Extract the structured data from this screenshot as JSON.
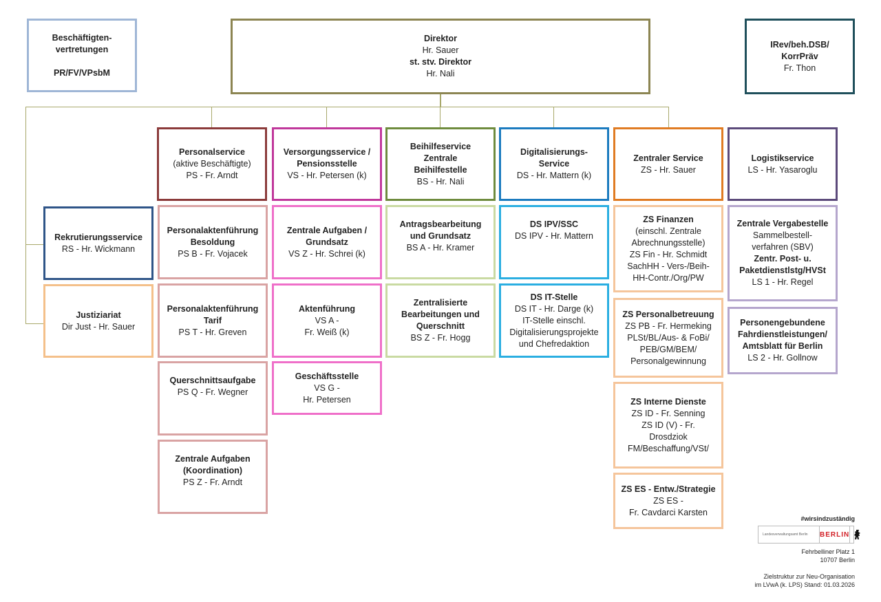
{
  "boxes": [
    {
      "id": "beschaeftigten",
      "color": "#9fb6d6",
      "lines": [
        {
          "t": "Beschäftigten-",
          "b": true
        },
        {
          "t": "vertretungen",
          "b": true
        },
        {
          "t": "",
          "b": false
        },
        {
          "t": "PR/FV/VPsbM",
          "b": true
        }
      ]
    },
    {
      "id": "direktor",
      "color": "#8c8552",
      "lines": [
        {
          "t": "Direktor",
          "b": true
        },
        {
          "t": "Hr. Sauer",
          "b": false
        },
        {
          "t": "st. stv. Direktor",
          "b": true
        },
        {
          "t": "Hr. Nali",
          "b": false
        }
      ]
    },
    {
      "id": "irev",
      "color": "#1f4f5b",
      "lines": [
        {
          "t": "IRev/beh.DSB/",
          "b": true
        },
        {
          "t": "KorrPräv",
          "b": true
        },
        {
          "t": "Fr. Thon",
          "b": false
        }
      ]
    },
    {
      "id": "personalservice",
      "color": "#8b3a3a",
      "lines": [
        {
          "t": "Personalservice",
          "b": true
        },
        {
          "t": "(aktive Beschäftigte)",
          "b": false
        },
        {
          "t": "PS - Fr. Arndt",
          "b": false
        }
      ]
    },
    {
      "id": "versorgungsservice",
      "color": "#c0379b",
      "lines": [
        {
          "t": "Versorgungsservice /",
          "b": true
        },
        {
          "t": "Pensionsstelle",
          "b": true
        },
        {
          "t": "VS - Hr. Petersen (k)",
          "b": false
        }
      ]
    },
    {
      "id": "beihilfeservice",
      "color": "#6e8b3d",
      "lines": [
        {
          "t": "Beihilfeservice",
          "b": true
        },
        {
          "t": "Zentrale",
          "b": true
        },
        {
          "t": "Beihilfestelle",
          "b": true
        },
        {
          "t": "BS - Hr. Nali",
          "b": false
        }
      ]
    },
    {
      "id": "digitalisierungsservice",
      "color": "#1b7bbf",
      "lines": [
        {
          "t": "Digitalisierungs-",
          "b": true
        },
        {
          "t": "Service",
          "b": true
        },
        {
          "t": "DS - Hr. Mattern (k)",
          "b": false
        }
      ]
    },
    {
      "id": "zentraler-service",
      "color": "#e07b22",
      "lines": [
        {
          "t": "Zentraler Service",
          "b": true
        },
        {
          "t": "ZS - Hr. Sauer",
          "b": false
        }
      ]
    },
    {
      "id": "logistikservice",
      "color": "#5c4a7b",
      "lines": [
        {
          "t": "Logistikservice",
          "b": true
        },
        {
          "t": "LS - Hr. Yasaroglu",
          "b": false
        }
      ]
    },
    {
      "id": "rekrutierungsservice",
      "color": "#2f5588",
      "lines": [
        {
          "t": "Rekrutierungsservice",
          "b": true
        },
        {
          "t": "RS - Hr. Wickmann",
          "b": false
        }
      ]
    },
    {
      "id": "justiziariat",
      "color": "#f4c08a",
      "lines": [
        {
          "t": "Justiziariat",
          "b": true
        },
        {
          "t": "Dir Just - Hr. Sauer",
          "b": false
        }
      ]
    },
    {
      "id": "ps-b",
      "color": "#d9a3a3",
      "lines": [
        {
          "t": "Personalaktenführung",
          "b": true
        },
        {
          "t": "Besoldung",
          "b": true
        },
        {
          "t": "PS B - Fr. Vojacek",
          "b": false
        }
      ]
    },
    {
      "id": "ps-t",
      "color": "#d9a3a3",
      "lines": [
        {
          "t": "Personalaktenführung",
          "b": true
        },
        {
          "t": "Tarif",
          "b": true
        },
        {
          "t": "PS T - Hr. Greven",
          "b": false
        }
      ]
    },
    {
      "id": "ps-q",
      "color": "#d9a3a3",
      "lines": [
        {
          "t": "Querschnittsaufgabe",
          "b": true
        },
        {
          "t": "PS Q - Fr. Wegner",
          "b": false
        },
        {
          "t": "",
          "b": false
        },
        {
          "t": "",
          "b": false
        }
      ]
    },
    {
      "id": "ps-z",
      "color": "#d9a3a3",
      "lines": [
        {
          "t": "Zentrale Aufgaben",
          "b": true
        },
        {
          "t": "(Koordination)",
          "b": true
        },
        {
          "t": "PS Z - Fr. Arndt",
          "b": false
        },
        {
          "t": "",
          "b": false
        }
      ]
    },
    {
      "id": "vs-z",
      "color": "#ef6fc9",
      "lines": [
        {
          "t": "Zentrale Aufgaben /",
          "b": true
        },
        {
          "t": "Grundsatz",
          "b": true
        },
        {
          "t": "VS Z - Hr. Schrei (k)",
          "b": false
        }
      ]
    },
    {
      "id": "vs-a",
      "color": "#ef6fc9",
      "lines": [
        {
          "t": "Aktenführung",
          "b": true
        },
        {
          "t": "VS A -",
          "b": false
        },
        {
          "t": "Fr. Weiß (k)",
          "b": false
        }
      ]
    },
    {
      "id": "vs-g",
      "color": "#ef6fc9",
      "lines": [
        {
          "t": "Geschäftsstelle",
          "b": true
        },
        {
          "t": "VS G -",
          "b": false
        },
        {
          "t": "Hr. Petersen",
          "b": false
        }
      ]
    },
    {
      "id": "bs-a",
      "color": "#c9daa2",
      "lines": [
        {
          "t": "Antragsbearbeitung",
          "b": true
        },
        {
          "t": "und Grundsatz",
          "b": true
        },
        {
          "t": "BS A - Hr. Kramer",
          "b": false
        },
        {
          "t": "",
          "b": false
        }
      ]
    },
    {
      "id": "bs-z",
      "color": "#c9daa2",
      "lines": [
        {
          "t": "Zentralisierte",
          "b": true
        },
        {
          "t": "Bearbeitungen und",
          "b": true
        },
        {
          "t": "Querschnitt",
          "b": true
        },
        {
          "t": "BS Z - Fr. Hogg",
          "b": false
        }
      ]
    },
    {
      "id": "ds-ipv",
      "color": "#2aaee1",
      "lines": [
        {
          "t": "DS IPV/SSC",
          "b": true
        },
        {
          "t": "DS IPV - Hr. Mattern",
          "b": false
        },
        {
          "t": "",
          "b": false
        },
        {
          "t": "",
          "b": false
        }
      ]
    },
    {
      "id": "ds-it",
      "color": "#2aaee1",
      "lines": [
        {
          "t": "DS IT-Stelle",
          "b": true
        },
        {
          "t": "DS IT - Hr. Darge (k)",
          "b": false
        },
        {
          "t": "IT-Stelle einschl.",
          "b": false
        },
        {
          "t": "Digitalisierungsprojekte",
          "b": false
        },
        {
          "t": "und Chefredaktion",
          "b": false
        }
      ]
    },
    {
      "id": "zs-fin",
      "color": "#f5c59b",
      "lines": [
        {
          "t": "ZS Finanzen",
          "b": true
        },
        {
          "t": "(einschl. Zentrale",
          "b": false
        },
        {
          "t": "Abrechnungsstelle)",
          "b": false
        },
        {
          "t": "ZS Fin - Hr. Schmidt",
          "b": false
        },
        {
          "t": "SachHH - Vers-/Beih-",
          "b": false
        },
        {
          "t": "HH-Contr./Org/PW",
          "b": false
        }
      ]
    },
    {
      "id": "zs-pb",
      "color": "#f5c59b",
      "lines": [
        {
          "t": "ZS Personalbetreuung",
          "b": true
        },
        {
          "t": "ZS PB - Fr. Hermeking",
          "b": false
        },
        {
          "t": "PLSt/BL/Aus- & FoBi/",
          "b": false
        },
        {
          "t": "PEB/GM/BEM/",
          "b": false
        },
        {
          "t": "Personalgewinnung",
          "b": false
        }
      ]
    },
    {
      "id": "zs-id",
      "color": "#f5c59b",
      "lines": [
        {
          "t": "ZS Interne Dienste",
          "b": true
        },
        {
          "t": "ZS ID - Fr. Senning",
          "b": false
        },
        {
          "t": "ZS ID (V) - Fr.",
          "b": false
        },
        {
          "t": "Drosdziok",
          "b": false
        },
        {
          "t": "FM/Beschaffung/VSt/",
          "b": false
        }
      ]
    },
    {
      "id": "zs-es",
      "color": "#f5c59b",
      "lines": [
        {
          "t": "ZS ES - Entw./Strategie",
          "b": true
        },
        {
          "t": "ZS ES -",
          "b": false
        },
        {
          "t": "Fr. Cavdarci Karsten",
          "b": false
        }
      ]
    },
    {
      "id": "ls-1",
      "color": "#b5a6cd",
      "lines": [
        {
          "t": "Zentrale Vergabestelle",
          "b": true
        },
        {
          "t": "Sammelbestell-",
          "b": false
        },
        {
          "t": "verfahren (SBV)",
          "b": false
        },
        {
          "t": "Zentr. Post- u.",
          "b": true
        },
        {
          "t": "Paketdienstlstg/HVSt",
          "b": true
        },
        {
          "t": "LS 1 - Hr. Regel",
          "b": false
        }
      ]
    },
    {
      "id": "ls-2",
      "color": "#b5a6cd",
      "lines": [
        {
          "t": "Personengebundene",
          "b": true
        },
        {
          "t": "Fahrdienstleistungen/",
          "b": true
        },
        {
          "t": "Amtsblatt für Berlin",
          "b": true
        },
        {
          "t": "LS 2 - Hr. Gollnow",
          "b": false
        }
      ]
    }
  ],
  "connector_color": "#a8a86a",
  "footer": {
    "hashtag": "#wirsindzuständig",
    "logo_small_text": "Landesverwaltungsamt Berlin",
    "logo_word": "BERLIN",
    "logo_icon": "berlin-bear-icon",
    "address_line1": "Fehrbelliner Platz 1",
    "address_line2": "10707 Berlin",
    "note_line1": "Zielstruktur zur Neu-Organisation",
    "note_line2": "im LVwA (k. LPS) Stand: 01.03.2026"
  }
}
